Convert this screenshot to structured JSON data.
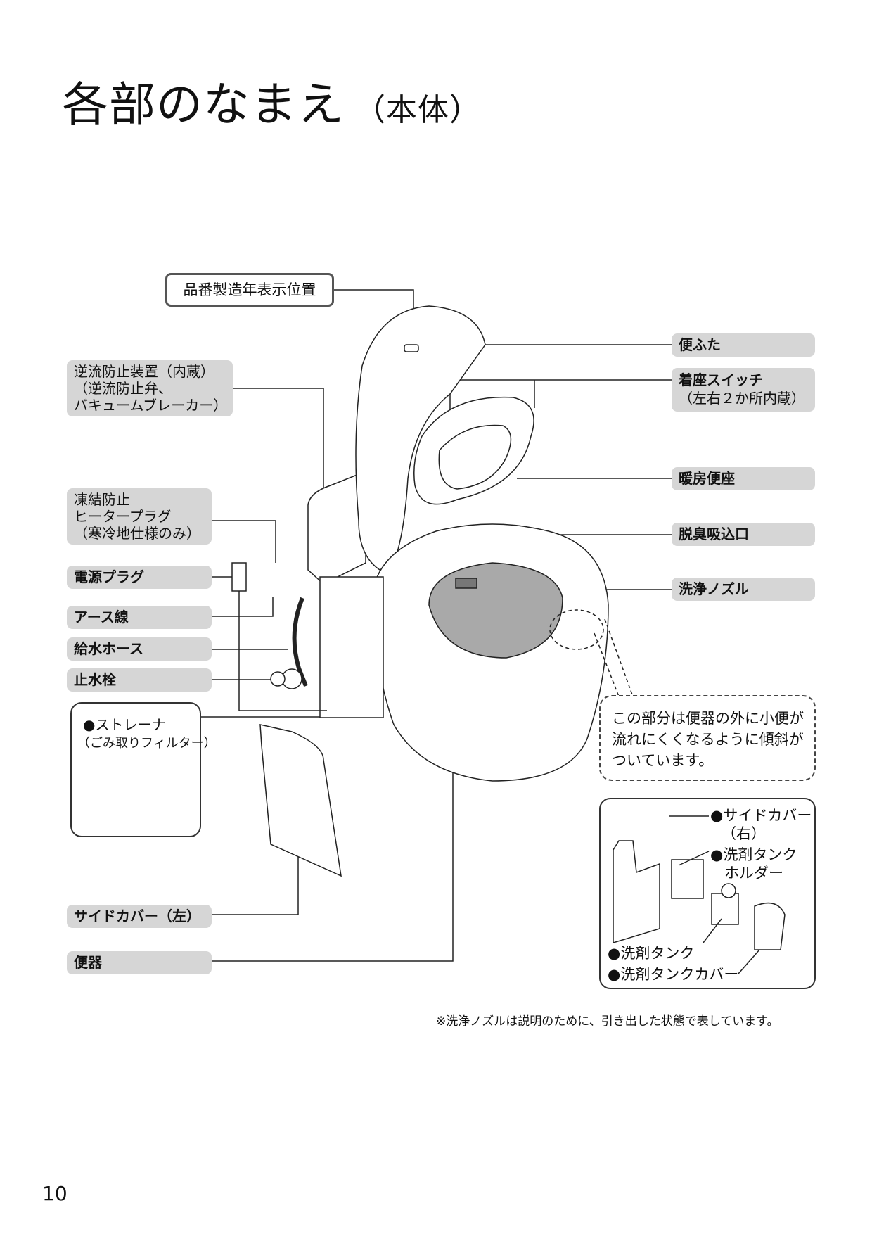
{
  "title": {
    "main": "各部のなまえ",
    "sub": "（本体）"
  },
  "top_label": "品番製造年表示位置",
  "left_labels": {
    "backflow": [
      "逆流防止装置（内蔵）",
      "（逆流防止弁、",
      "バキュームブレーカー）"
    ],
    "antifreeze": [
      "凍結防止",
      "ヒータープラグ",
      "（寒冷地仕様のみ）"
    ],
    "power_plug": "電源プラグ",
    "earth_wire": "アース線",
    "water_hose": "給水ホース",
    "stop_valve": "止水栓",
    "side_cover_left": "サイドカバー（左）",
    "bowl": "便器"
  },
  "right_labels": {
    "lid": "便ふた",
    "seat_switch": [
      "着座スイッチ",
      "（左右２か所内蔵）"
    ],
    "heated_seat": "暖房便座",
    "deodorizer": "脱臭吸込口",
    "nozzle": "洗浄ノズル"
  },
  "strainer_box": {
    "title": "●ストレーナ",
    "sub": "（ごみ取りフィルター）"
  },
  "dashed_note": [
    "この部分は便器の外に小便が",
    "流れにくくなるように傾斜が",
    "ついています。"
  ],
  "parts_box": {
    "side_cover_right": [
      "●サイドカバー",
      "（右）"
    ],
    "tank_holder": [
      "●洗剤タンク",
      "ホルダー"
    ],
    "tank": "●洗剤タンク",
    "tank_cover": "●洗剤タンクカバー"
  },
  "footnote": "※洗浄ノズルは説明のために、引き出した状態で表しています。",
  "page_number": "10"
}
